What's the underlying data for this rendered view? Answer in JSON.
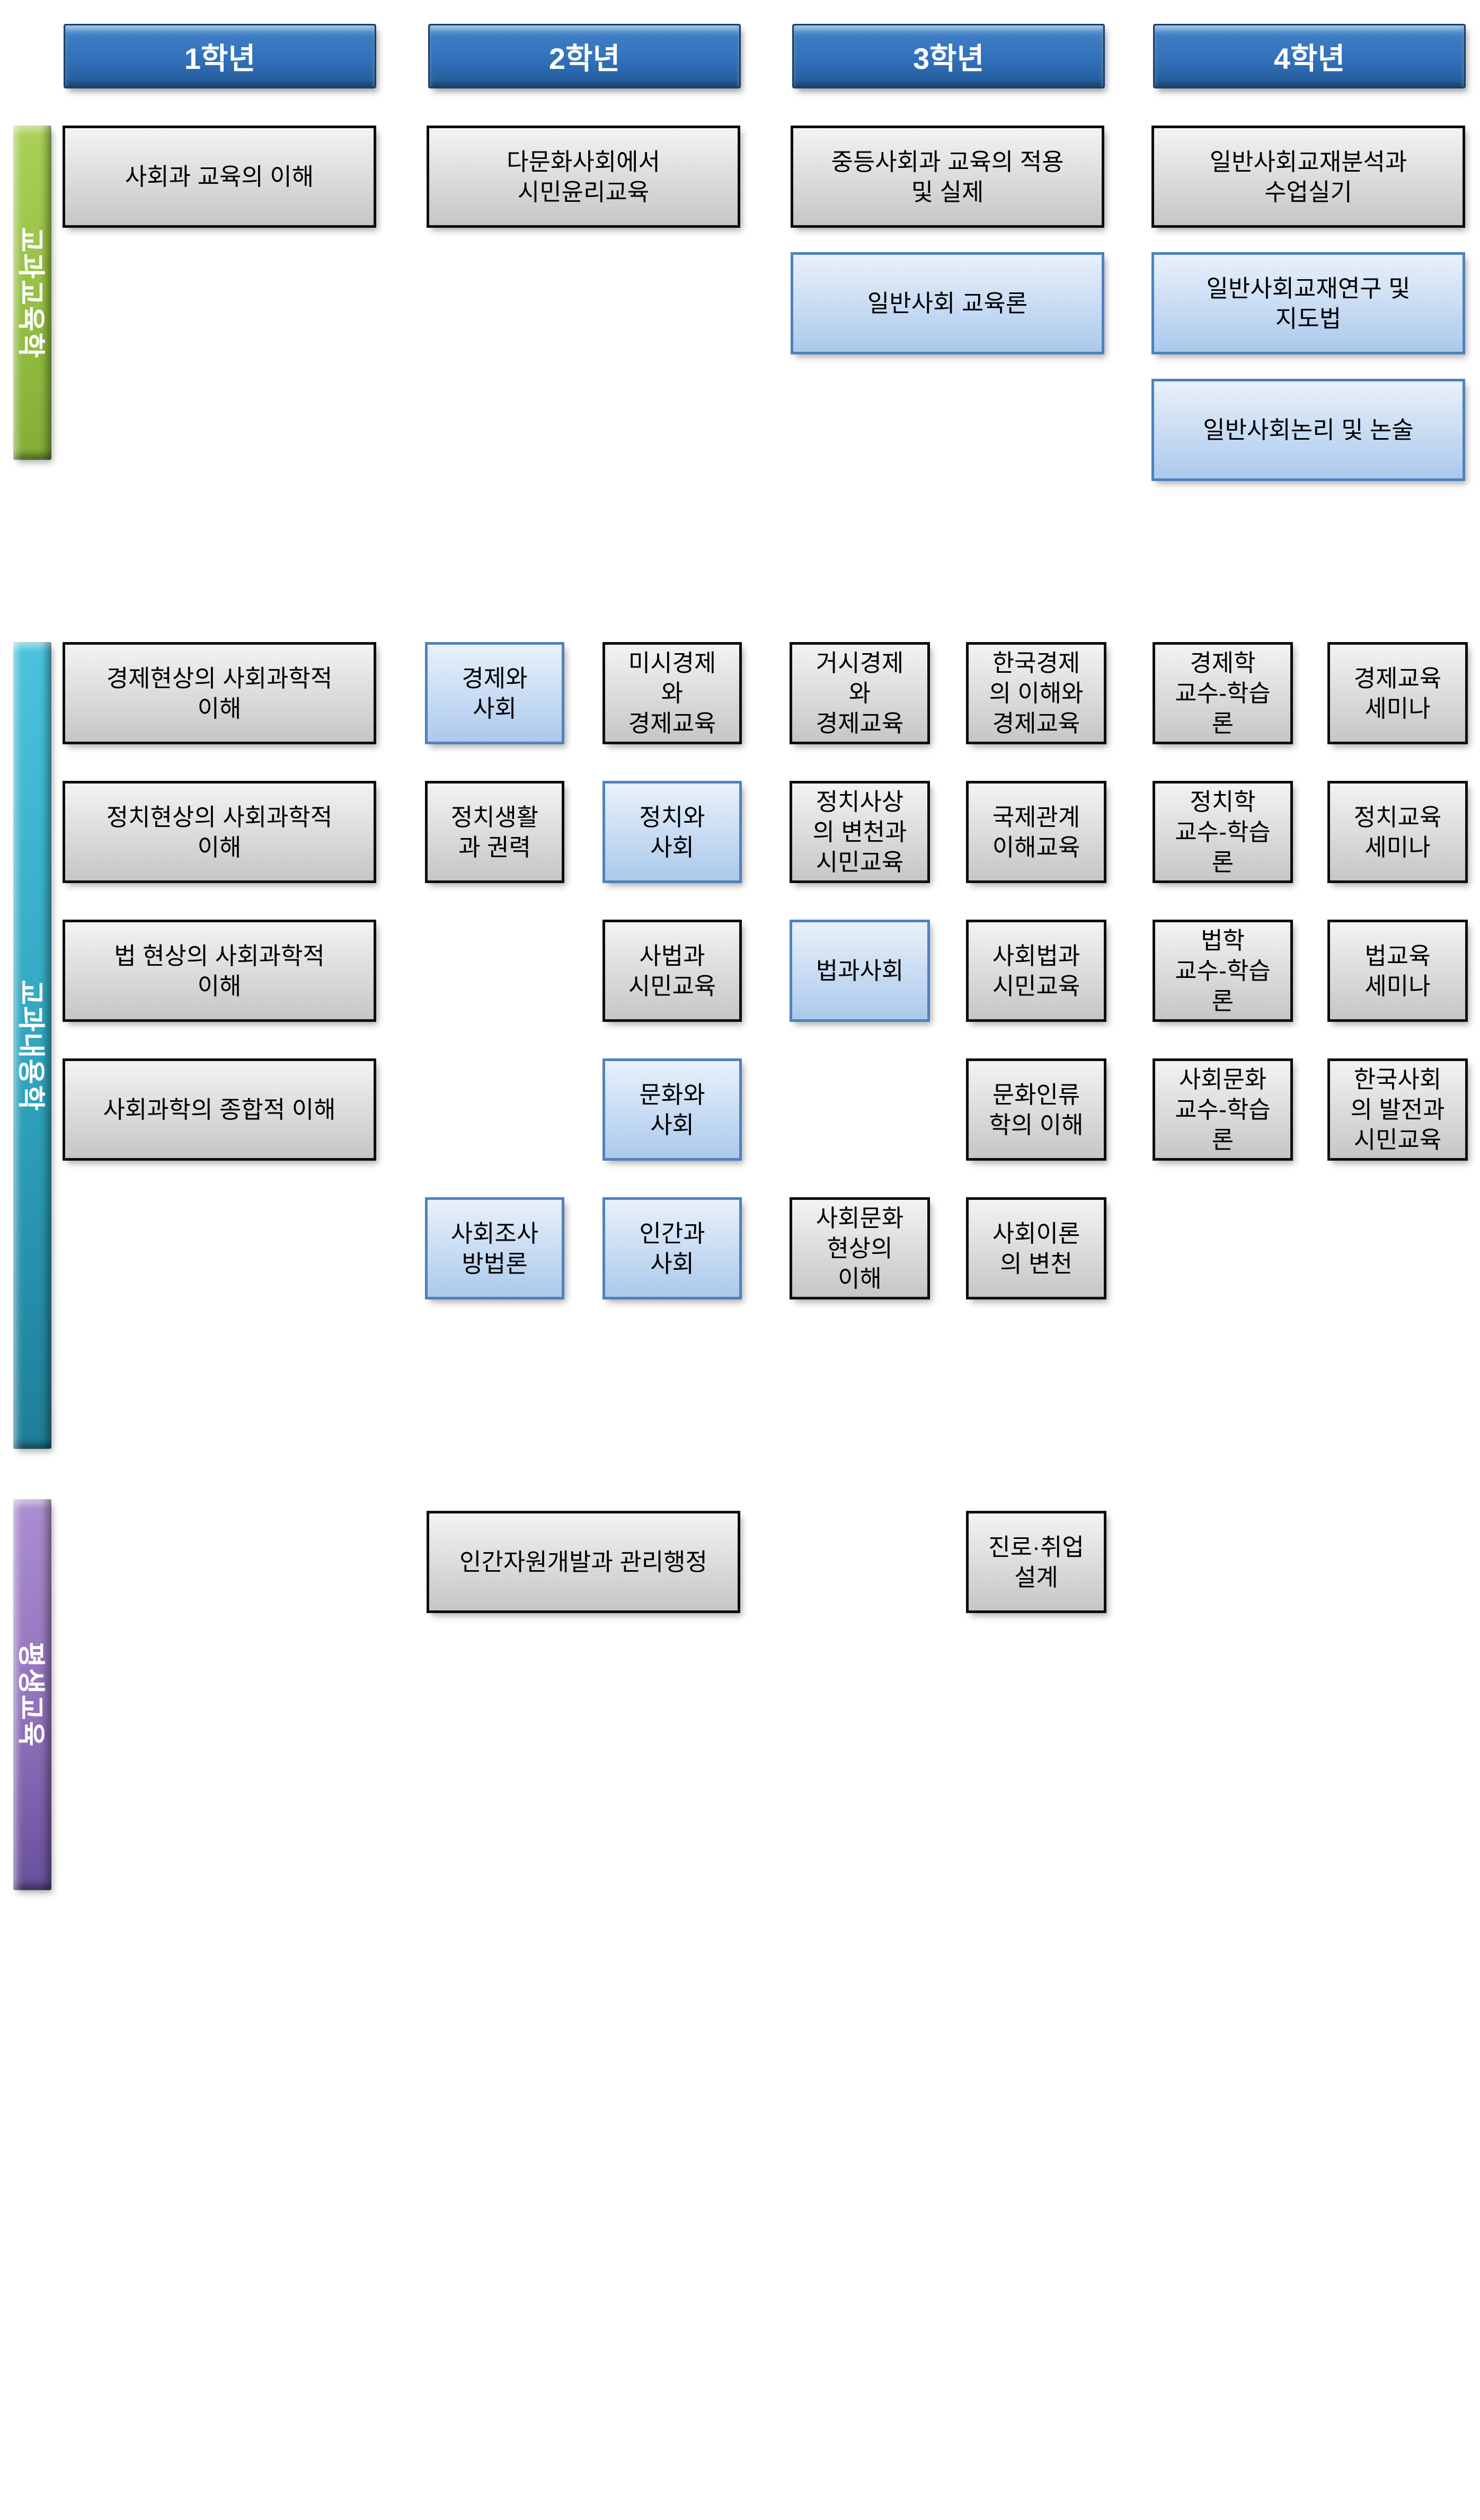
{
  "headers": [
    {
      "label": "1학년"
    },
    {
      "label": "2학년"
    },
    {
      "label": "3학년"
    },
    {
      "label": "4학년"
    }
  ],
  "sections": [
    {
      "label": "교과교육학"
    },
    {
      "label": "교과내용학"
    },
    {
      "label": "평생교육"
    }
  ],
  "boxes": [
    {
      "sec": "s1",
      "row": 0,
      "col": "c0",
      "style": "gray",
      "lines": [
        "사회과 교육의 이해"
      ]
    },
    {
      "sec": "s1",
      "row": 0,
      "col": "c1",
      "style": "gray",
      "lines": [
        "다문화사회에서",
        "시민윤리교육"
      ]
    },
    {
      "sec": "s1",
      "row": 0,
      "col": "c2",
      "style": "gray",
      "lines": [
        "중등사회과 교육의 적용",
        "및 실제"
      ]
    },
    {
      "sec": "s1",
      "row": 0,
      "col": "c3",
      "style": "gray",
      "lines": [
        "일반사회교재분석과",
        "수업실기"
      ]
    },
    {
      "sec": "s1",
      "row": 1,
      "col": "c2",
      "style": "blue",
      "lines": [
        "일반사회 교육론"
      ]
    },
    {
      "sec": "s1",
      "row": 1,
      "col": "c3",
      "style": "blue",
      "lines": [
        "일반사회교재연구 및",
        "지도법"
      ]
    },
    {
      "sec": "s1",
      "row": 2,
      "col": "c3",
      "style": "blue",
      "lines": [
        "일반사회논리 및 논술"
      ]
    },
    {
      "sec": "s2",
      "row": 0,
      "col": "c0",
      "style": "gray",
      "lines": [
        "경제현상의 사회과학적",
        "이해"
      ]
    },
    {
      "sec": "s2",
      "row": 0,
      "col": "c1a",
      "style": "blue",
      "lines": [
        "경제와",
        "사회"
      ]
    },
    {
      "sec": "s2",
      "row": 0,
      "col": "c1b",
      "style": "gray",
      "lines": [
        "미시경제",
        "와",
        "경제교육"
      ]
    },
    {
      "sec": "s2",
      "row": 0,
      "col": "c2a",
      "style": "gray",
      "lines": [
        "거시경제",
        "와",
        "경제교육"
      ]
    },
    {
      "sec": "s2",
      "row": 0,
      "col": "c2b",
      "style": "gray",
      "lines": [
        "한국경제",
        "의 이해와",
        "경제교육"
      ]
    },
    {
      "sec": "s2",
      "row": 0,
      "col": "c3a",
      "style": "gray",
      "lines": [
        "경제학",
        "교수-학습",
        "론"
      ]
    },
    {
      "sec": "s2",
      "row": 0,
      "col": "c3b",
      "style": "gray",
      "lines": [
        "경제교육",
        "세미나"
      ]
    },
    {
      "sec": "s2",
      "row": 1,
      "col": "c0",
      "style": "gray",
      "lines": [
        "정치현상의 사회과학적",
        "이해"
      ]
    },
    {
      "sec": "s2",
      "row": 1,
      "col": "c1a",
      "style": "gray",
      "lines": [
        "정치생활",
        "과 권력"
      ]
    },
    {
      "sec": "s2",
      "row": 1,
      "col": "c1b",
      "style": "blue",
      "lines": [
        "정치와",
        "사회"
      ]
    },
    {
      "sec": "s2",
      "row": 1,
      "col": "c2a",
      "style": "gray",
      "lines": [
        "정치사상",
        "의 변천과",
        "시민교육"
      ]
    },
    {
      "sec": "s2",
      "row": 1,
      "col": "c2b",
      "style": "gray",
      "lines": [
        "국제관계",
        "이해교육"
      ]
    },
    {
      "sec": "s2",
      "row": 1,
      "col": "c3a",
      "style": "gray",
      "lines": [
        "정치학",
        "교수-학습",
        "론"
      ]
    },
    {
      "sec": "s2",
      "row": 1,
      "col": "c3b",
      "style": "gray",
      "lines": [
        "정치교육",
        "세미나"
      ]
    },
    {
      "sec": "s2",
      "row": 2,
      "col": "c0",
      "style": "gray",
      "lines": [
        "법 현상의 사회과학적",
        "이해"
      ]
    },
    {
      "sec": "s2",
      "row": 2,
      "col": "c1b",
      "style": "gray",
      "lines": [
        "사법과",
        "시민교육"
      ]
    },
    {
      "sec": "s2",
      "row": 2,
      "col": "c2a",
      "style": "blue",
      "lines": [
        "법과사회"
      ]
    },
    {
      "sec": "s2",
      "row": 2,
      "col": "c2b",
      "style": "gray",
      "lines": [
        "사회법과",
        "시민교육"
      ]
    },
    {
      "sec": "s2",
      "row": 2,
      "col": "c3a",
      "style": "gray",
      "lines": [
        "법학",
        "교수-학습",
        "론"
      ]
    },
    {
      "sec": "s2",
      "row": 2,
      "col": "c3b",
      "style": "gray",
      "lines": [
        "법교육",
        "세미나"
      ]
    },
    {
      "sec": "s2",
      "row": 3,
      "col": "c0",
      "style": "gray",
      "lines": [
        "사회과학의 종합적 이해"
      ]
    },
    {
      "sec": "s2",
      "row": 3,
      "col": "c1b",
      "style": "blue",
      "lines": [
        "문화와",
        "사회"
      ]
    },
    {
      "sec": "s2",
      "row": 3,
      "col": "c2b",
      "style": "gray",
      "lines": [
        "문화인류",
        "학의 이해"
      ]
    },
    {
      "sec": "s2",
      "row": 3,
      "col": "c3a",
      "style": "gray",
      "lines": [
        "사회문화",
        "교수-학습",
        "론"
      ]
    },
    {
      "sec": "s2",
      "row": 3,
      "col": "c3b",
      "style": "gray",
      "lines": [
        "한국사회",
        "의 발전과",
        "시민교육"
      ]
    },
    {
      "sec": "s2",
      "row": 4,
      "col": "c1a",
      "style": "blue",
      "lines": [
        "사회조사",
        "방법론"
      ]
    },
    {
      "sec": "s2",
      "row": 4,
      "col": "c1b",
      "style": "blue",
      "lines": [
        "인간과",
        "사회"
      ]
    },
    {
      "sec": "s2",
      "row": 4,
      "col": "c2a",
      "style": "gray",
      "lines": [
        "사회문화",
        "현상의",
        "이해"
      ]
    },
    {
      "sec": "s2",
      "row": 4,
      "col": "c2b",
      "style": "gray",
      "lines": [
        "사회이론",
        "의 변천"
      ]
    },
    {
      "sec": "s3",
      "row": 0,
      "col": "c1",
      "style": "gray",
      "lines": [
        "인간자원개발과 관리행정"
      ]
    },
    {
      "sec": "s3",
      "row": 0,
      "col": "c2b",
      "style": "gray",
      "lines": [
        "진로·취업",
        "설계"
      ]
    }
  ],
  "colors": {
    "header_top": "#6aa2da",
    "header_mid": "#3e7dc4",
    "header_mid2": "#3171ba",
    "header_bottom": "#235a96",
    "header_border": "#17406b",
    "gray_top": "#f3f3f3",
    "gray_bottom": "#c6c6c6",
    "gray_border": "#0d0d0d",
    "blue_top": "#e9f1fb",
    "blue_bottom": "#abc9ec",
    "blue_border": "#4f81bd",
    "bar_green_top": "#abd157",
    "bar_green_mid": "#94bf44",
    "bar_green_bottom": "#84ae36",
    "bar_teal_top": "#4ac4dd",
    "bar_teal_mid": "#2fa3bd",
    "bar_teal_bottom": "#1f7e99",
    "bar_purple_top": "#ab8ecf",
    "bar_purple_mid": "#9171bc",
    "bar_purple_bottom": "#68509b",
    "box_text": "#000000",
    "header_text": "#ffffff",
    "bar_text": "#ffffff"
  }
}
